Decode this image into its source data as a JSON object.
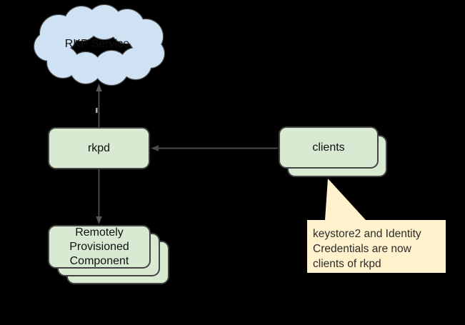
{
  "diagram": {
    "background_color": "#000000",
    "cloud": {
      "label": "RKP Service",
      "fill": "#cfe2f3",
      "border_color": "#434343"
    },
    "nodes": {
      "rkpd": {
        "label": "rkpd"
      },
      "clients": {
        "label": "clients",
        "stacked_count": 2
      },
      "rpc": {
        "label": "Remotely\nProvisioned\nComponent",
        "stacked_count": 3
      }
    },
    "node_style": {
      "fill": "#d9ead3",
      "border_color": "#434343"
    },
    "callout": {
      "text": "keystore2 and Identity\nCredentials are now\nclients of rkpd",
      "fill": "#fff2cc",
      "points_to": "clients"
    },
    "connectors": [
      {
        "from": "rkpd",
        "to": "RKP Service",
        "arrow": "up"
      },
      {
        "from": "clients",
        "to": "rkpd",
        "arrow": "left"
      },
      {
        "from": "rkpd",
        "to": "Remotely Provisioned Component",
        "arrow": "down"
      }
    ],
    "connector_color": "#595959"
  }
}
